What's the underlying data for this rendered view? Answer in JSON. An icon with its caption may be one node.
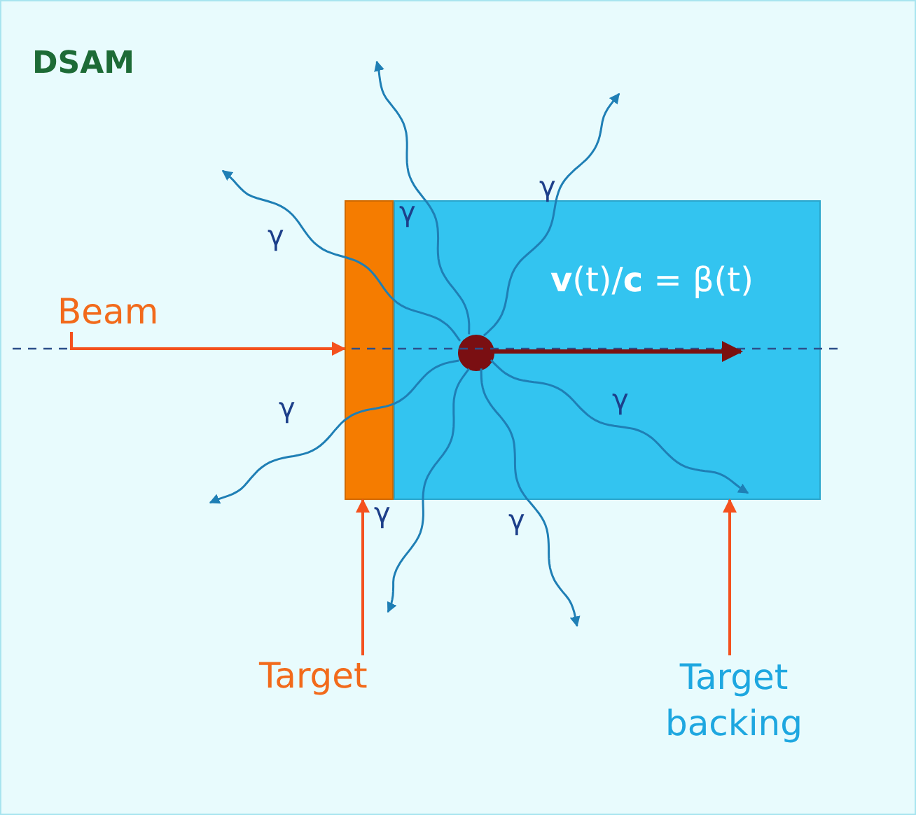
{
  "diagram": {
    "title": "DSAM",
    "nodes": [
      {
        "text": [
          "Beam"
        ]
      },
      {
        "text": [],
        "shape": "box"
      },
      {
        "text": [],
        "shape": "box"
      },
      {
        "text": [],
        "shape": "circle",
        "in": 2
      },
      {
        "text": [
          "Target"
        ]
      },
      {
        "text": [
          "Target backing"
        ]
      }
    ],
    "edges": [
      {
        "from": 0,
        "to": 1,
        "arrow": "to",
        "color": "#f4511e"
      },
      {
        "from": 4,
        "to": 1,
        "arrow": "to",
        "color": "#f4511e"
      },
      {
        "from": 5,
        "to": 2,
        "arrow": "to",
        "color": "#f4511e"
      },
      {
        "from": 3,
        "to": null,
        "arrow": "to",
        "label": "**v**(t)/**c** = β(t)",
        "color": "#7b1010",
        "style": "thick"
      },
      {
        "from": 3,
        "to": null,
        "arrow": "to",
        "label": "γ"
      },
      {
        "from": 3,
        "to": null,
        "arrow": "to",
        "label": "γ"
      },
      {
        "from": 3,
        "to": null,
        "arrow": "to",
        "label": "γ"
      },
      {
        "from": 3,
        "to": null,
        "arrow": "to",
        "label": "γ"
      },
      {
        "from": 3,
        "to": null,
        "arrow": "to",
        "label": "γ"
      },
      {
        "from": 3,
        "to": null,
        "arrow": "to",
        "label": "γ"
      },
      {
        "from": 3,
        "to": null,
        "arrow": "to",
        "label": "γ"
      }
    ]
  }
}
